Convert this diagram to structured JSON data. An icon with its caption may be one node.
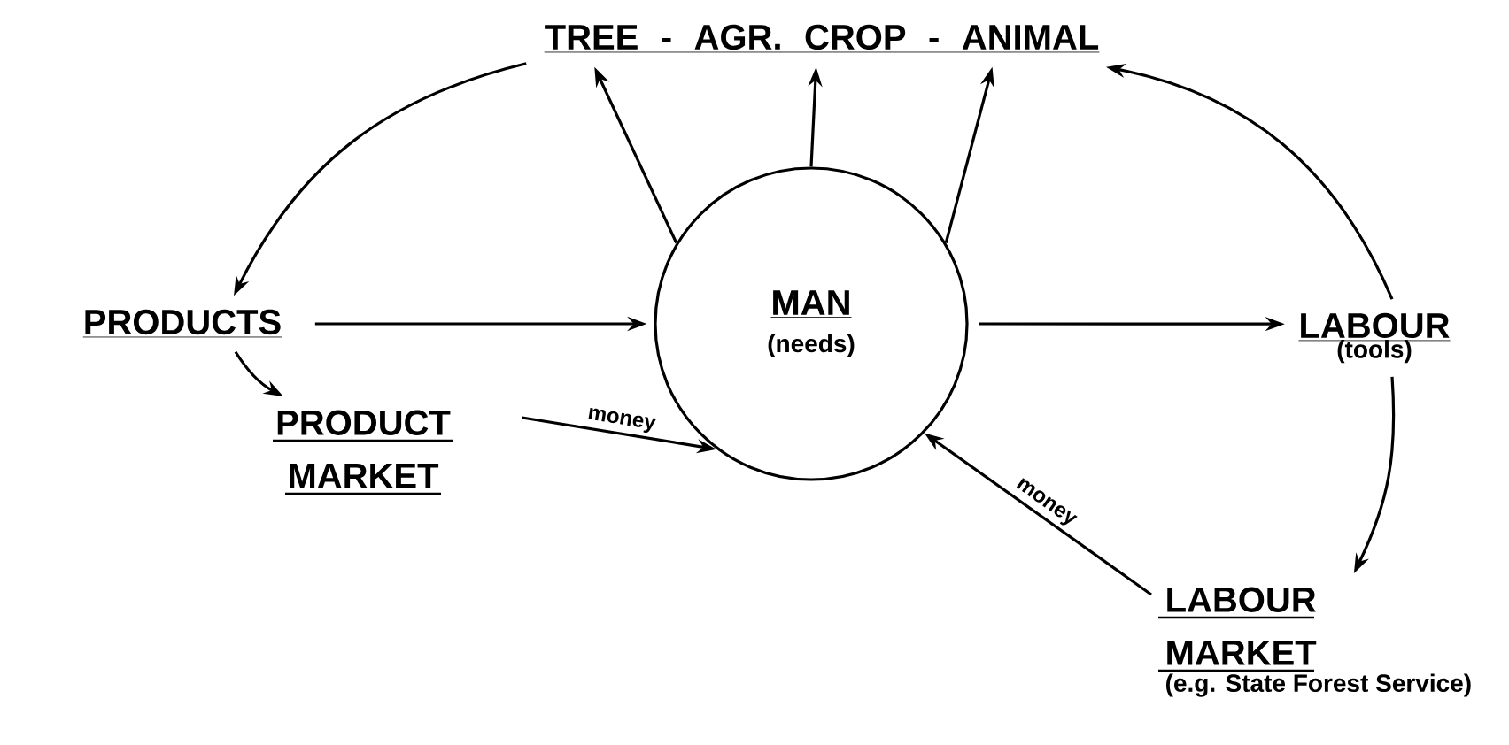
{
  "diagram": {
    "nodes": [
      {
        "text": [
          "TREE - AGR. CROP - ANIMAL"
        ]
      },
      {
        "text": [
          "PRODUCTS"
        ]
      },
      {
        "text": [
          "MAN",
          "(needs)"
        ]
      },
      {
        "text": [
          "LABOUR",
          "(tools)"
        ]
      },
      {
        "text": [
          "PRODUCT MARKET"
        ]
      },
      {
        "text": [
          "LABOUR MARKET",
          "(e.g. State Forest Service)"
        ]
      }
    ],
    "edges": [
      {
        "from": 0,
        "to": 1,
        "arrow": "to"
      },
      {
        "from": 2,
        "to": 0,
        "arrow": "to"
      },
      {
        "from": 2,
        "to": 0,
        "arrow": "to"
      },
      {
        "from": 2,
        "to": 0,
        "arrow": "to"
      },
      {
        "from": 1,
        "to": 2,
        "arrow": "to"
      },
      {
        "from": 2,
        "to": 3,
        "arrow": "to"
      },
      {
        "from": 3,
        "to": 0,
        "arrow": "to"
      },
      {
        "from": 3,
        "to": 5,
        "arrow": "to"
      },
      {
        "from": 1,
        "to": 4,
        "arrow": "to"
      },
      {
        "from": 4,
        "to": 2,
        "arrow": "to",
        "label": "money"
      },
      {
        "from": 5,
        "to": 2,
        "arrow": "to",
        "label": "money"
      }
    ]
  }
}
